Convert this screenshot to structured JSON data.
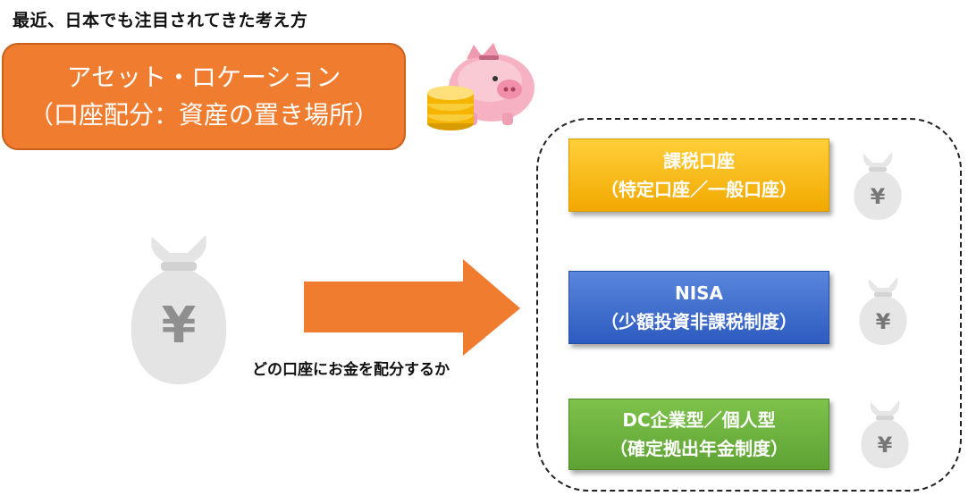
{
  "subtitle": "最近、日本でも注目されてきた考え方",
  "main_box": {
    "line1": "アセット・ロケーション",
    "line2": "（口座配分：資産の置き場所）"
  },
  "caption": "どの口座にお金を配分するか",
  "accounts": [
    {
      "name": "課税口座",
      "detail": "（特定口座／一般口座）",
      "color": "#f5b400"
    },
    {
      "name": "NISA",
      "detail": "（少額投資非課税制度）",
      "color": "#3a67c9"
    },
    {
      "name": "DC企業型／個人型",
      "detail": "（確定拠出年金制度）",
      "color": "#6aad3d"
    }
  ],
  "colors": {
    "orange": "#ef7c2f",
    "arrow": "#ef7c2f"
  },
  "icons": [
    "piggy-bank-icon",
    "coin-stack-icon",
    "money-bag-icon",
    "right-arrow-icon"
  ]
}
